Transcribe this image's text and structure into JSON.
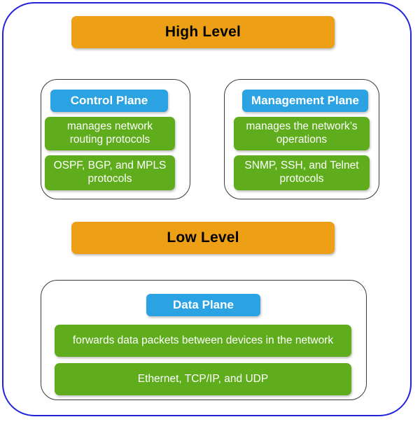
{
  "colors": {
    "frame_border": "#2222dd",
    "banner_orange": "#eda016",
    "title_blue": "#2ba2e2",
    "desc_green": "#5fac1c",
    "card_border": "#3a3a3a",
    "banner_text": "#000000",
    "box_text": "#ffffff",
    "background": "#ffffff"
  },
  "levels": {
    "high": "High Level",
    "low": "Low Level"
  },
  "planes": [
    {
      "id": "control-plane",
      "title": "Control Plane",
      "descriptions": [
        "manages network routing protocols",
        "OSPF, BGP, and MPLS protocols"
      ]
    },
    {
      "id": "management-plane",
      "title": "Management Plane",
      "descriptions": [
        "manages the network’s operations",
        "SNMP, SSH, and Telnet protocols"
      ]
    },
    {
      "id": "data-plane",
      "title": "Data Plane",
      "descriptions": [
        "forwards data packets between devices in the network",
        "Ethernet, TCP/IP, and UDP"
      ]
    }
  ]
}
